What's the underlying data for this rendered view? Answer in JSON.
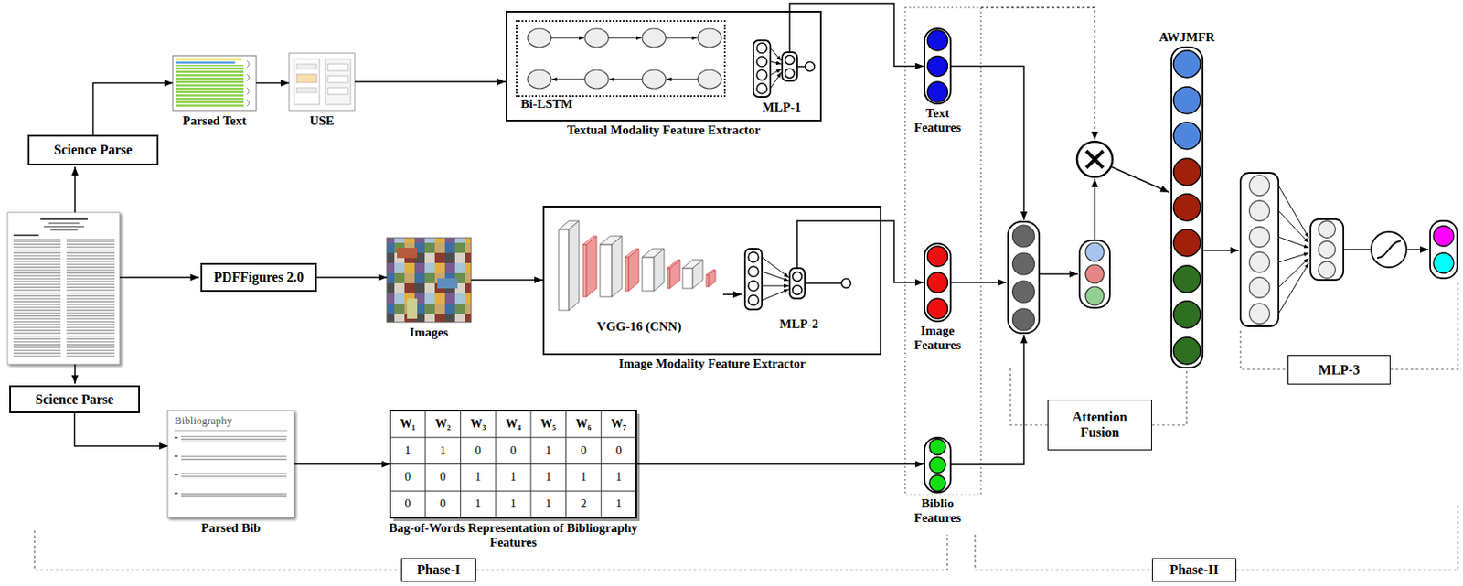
{
  "diagram": {
    "nodes": [
      {
        "text": [
          "Science Parse"
        ]
      },
      {
        "text": [
          "Parsed Text"
        ]
      },
      {
        "text": [
          "USE"
        ]
      },
      {
        "text": [
          "Textual Modality Feature Extractor"
        ]
      },
      {
        "text": [
          "Bi-LSTM"
        ],
        "in": 3
      },
      {
        "text": [
          "MLP-1"
        ],
        "in": 3
      },
      {
        "text": [
          "Text Features"
        ]
      },
      {
        "text": [
          "PDFFigures 2.0"
        ]
      },
      {
        "text": [
          "Images"
        ]
      },
      {
        "text": [
          "Image Modality Feature Extractor"
        ]
      },
      {
        "text": [
          "VGG-16 (CNN)"
        ],
        "in": 9
      },
      {
        "text": [
          "MLP-2"
        ],
        "in": 9
      },
      {
        "text": [
          "Image Features"
        ]
      },
      {
        "text": [
          "Science Parse"
        ]
      },
      {
        "text": [
          "Bibliography",
          "Parsed Bib"
        ]
      },
      {
        "text": [
          "Bag-of-Words Representation of Bibliography Features"
        ]
      },
      {
        "text": [
          "Biblio Features"
        ]
      },
      {
        "text": [
          "AWJMFR"
        ]
      },
      {
        "text": [
          "Attention Fusion"
        ]
      },
      {
        "text": [
          "MLP-3"
        ]
      },
      {
        "text": [
          "Phase-I"
        ]
      },
      {
        "text": [
          "Phase-II"
        ]
      }
    ],
    "edges": [
      {
        "from": 0,
        "to": 1,
        "arrow": "to"
      },
      {
        "from": 1,
        "to": 2,
        "arrow": "to"
      },
      {
        "from": 2,
        "to": 3,
        "arrow": "to"
      },
      {
        "from": 5,
        "to": 6,
        "arrow": "to"
      },
      {
        "from": 7,
        "to": 8,
        "arrow": "to"
      },
      {
        "from": 8,
        "to": 9,
        "arrow": "to"
      },
      {
        "from": 10,
        "to": 11,
        "arrow": "to"
      },
      {
        "from": 11,
        "to": 12,
        "arrow": "to"
      },
      {
        "from": 13,
        "to": 14,
        "arrow": "to"
      },
      {
        "from": 14,
        "to": 15,
        "arrow": "to"
      },
      {
        "from": 15,
        "to": 16,
        "arrow": "to"
      }
    ],
    "labels": [
      "W₁",
      "W₂",
      "W₃",
      "W₄",
      "W₅",
      "W₆",
      "W₇",
      "1",
      "1",
      "0",
      "0",
      "1",
      "0",
      "0",
      "0",
      "0",
      "1",
      "1",
      "1",
      "1",
      "1",
      "0",
      "0",
      "1",
      "1",
      "1",
      "2",
      "1"
    ]
  }
}
